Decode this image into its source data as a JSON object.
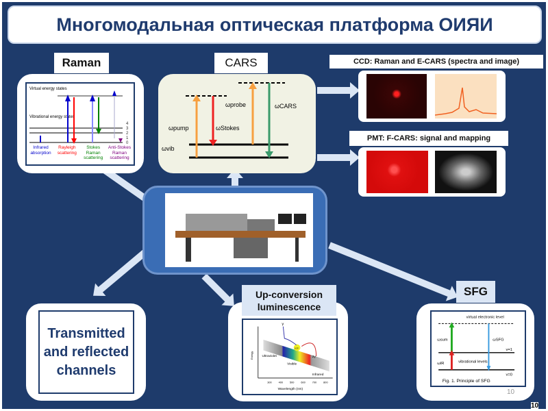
{
  "title": "Многомодальная оптическая платформа ОИЯИ",
  "labels": {
    "raman": "Raman",
    "cars": "CARS",
    "ccd": "CCD: Raman and E-CARS (spectra and image)",
    "pmt": "PMT: F-CARS: signal and mapping",
    "upconv": "Up-conversion luminescence",
    "sfg": "SFG"
  },
  "transmitted": "Transmitted and reflected channels",
  "raman_fig": {
    "virtual": "Virtual energy states",
    "vibrational": "Vibrational energy states",
    "levels": [
      "0",
      "1",
      "2",
      "3",
      "4"
    ],
    "cols": [
      "Infrared absorption",
      "Rayleigh scattering",
      "Stokes Raman scattering",
      "Anti-Stokes Raman scattering"
    ]
  },
  "cars_fig": {
    "pump": "ωpump",
    "stokes": "ωStokes",
    "probe": "ωprobe",
    "cars": "ωCARS",
    "vib": "ωvib"
  },
  "uc_fig": {
    "uv": "Ultraviolet",
    "visible": "Visible",
    "ir": "Infrared",
    "energy": "Energy",
    "xlabel": "Wavelength (nm)",
    "gamma": "γ",
    "two_gamma": "2γ",
    "ucp": "UCP",
    "ticks": [
      "300",
      "400",
      "500",
      "600",
      "700",
      "800"
    ]
  },
  "sfg_fig": {
    "virtual": "virtual electronic level",
    "vib": "vibrational levels",
    "v1": "v=1",
    "v0": "v=0",
    "wsum": "ωsum",
    "wsfg": "ωSFG",
    "wir": "ωIR",
    "caption": "Fig. 1. Principle of SFG"
  },
  "slide_number_inner": "10",
  "slide_number": "10",
  "colors": {
    "background": "#1e3b6b",
    "title": "#1f3b6e"
  }
}
